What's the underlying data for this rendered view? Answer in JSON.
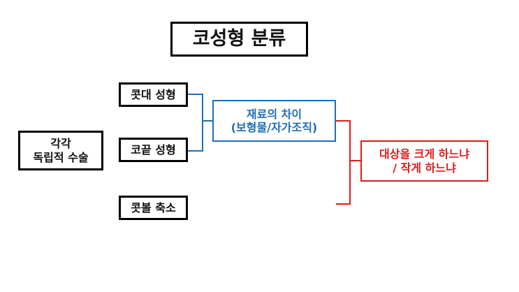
{
  "title": "코성형 분류",
  "left_box": {
    "line1": "각각",
    "line2": "독립적 수술"
  },
  "procedures": [
    "콧대 성형",
    "코끝 성형",
    "콧볼 축소"
  ],
  "difference_box": {
    "line1": "재료의 차이",
    "line2": "(보형물/자가조직)"
  },
  "result_box": {
    "line1": "대상을 크게 하느냐",
    "line2": "/ 작게 하느냐"
  },
  "colors": {
    "blue": "#1f6fb5",
    "red": "#e01b1b",
    "black": "#000000"
  }
}
